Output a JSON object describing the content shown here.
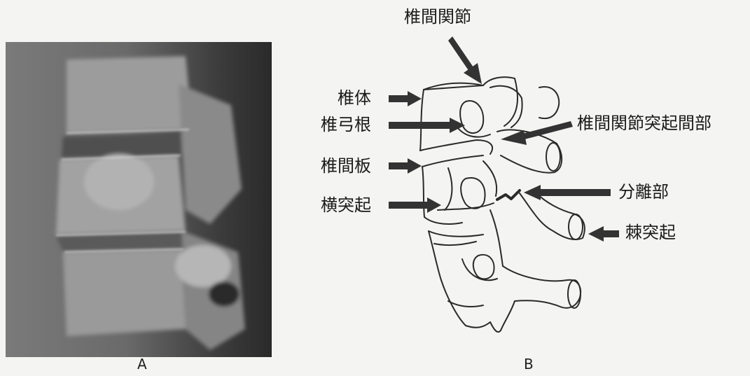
{
  "panels": {
    "a_letter": "A",
    "b_letter": "B"
  },
  "labels": {
    "facet_joint": "椎間関節",
    "vertebral_body": "椎体",
    "pedicle": "椎弓根",
    "pars_interarticularis": "椎間関節突起間部",
    "disc": "椎間板",
    "transverse_process": "横突起",
    "separation": "分離部",
    "spinous_process": "棘突起"
  }
}
